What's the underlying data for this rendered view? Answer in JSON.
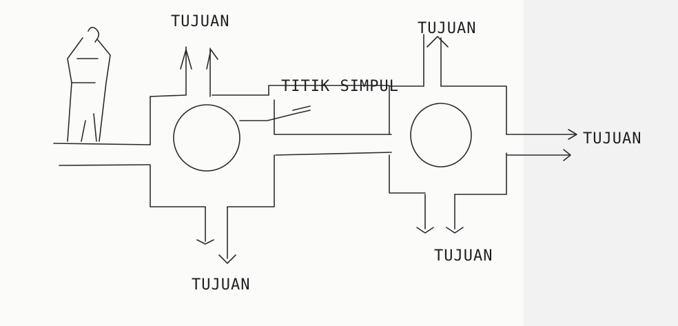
{
  "diagram": {
    "labels": {
      "tujuan_top_left": "TUJUAN",
      "tujuan_top_right": "TUJUAN",
      "tujuan_right": "TUJUAN",
      "tujuan_bottom_left": "TUJUAN",
      "tujuan_bottom_right": "TUJUAN",
      "titik_simpul": "TITIK SIMPUL"
    },
    "elements": [
      "pedestrian-figure",
      "roundabout-left",
      "roundabout-right",
      "connecting-road"
    ],
    "ink_color": "#2a2a2a",
    "paper_color": "#fbfbfa"
  }
}
